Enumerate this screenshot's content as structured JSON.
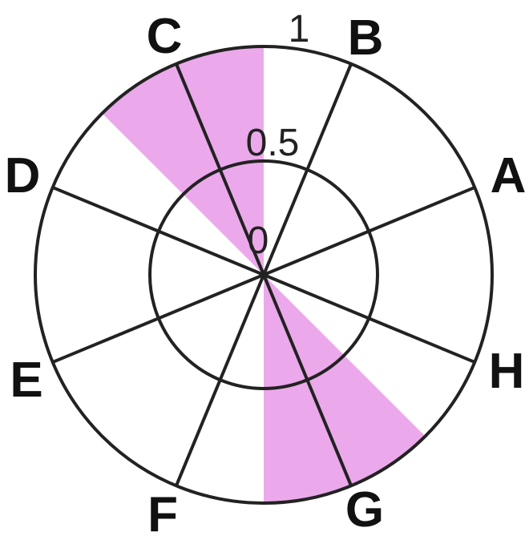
{
  "colors": {
    "sector": "#e79ae8",
    "grid": "#222222",
    "text": "#111111"
  },
  "chart_data": {
    "type": "polar-sector",
    "ring_labels": [
      "0",
      "0.5",
      "1"
    ],
    "directions": [
      "A",
      "B",
      "C",
      "D",
      "E",
      "F",
      "G",
      "H"
    ],
    "highlighted_sectors": [
      {
        "from_angle_deg": 90,
        "to_angle_deg": 135,
        "radius": 1
      },
      {
        "from_angle_deg": 270,
        "to_angle_deg": 315,
        "radius": 1
      }
    ]
  }
}
